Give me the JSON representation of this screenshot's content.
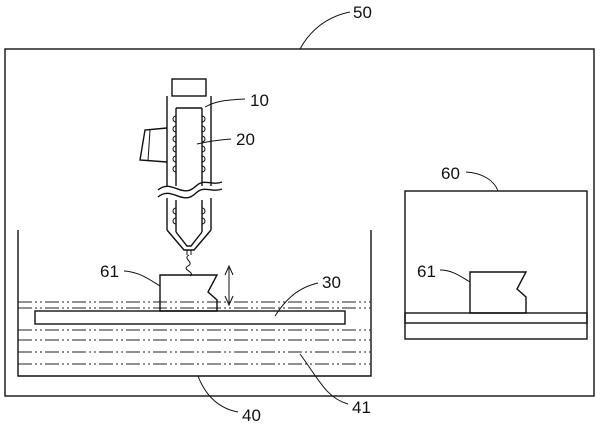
{
  "labels": {
    "outer_frame": "50",
    "nozzle_head": "10",
    "nozzle_body": "20",
    "platform": "30",
    "tank": "40",
    "liquid": "41",
    "inset_box": "60",
    "object_main": "61",
    "object_inset": "61"
  }
}
